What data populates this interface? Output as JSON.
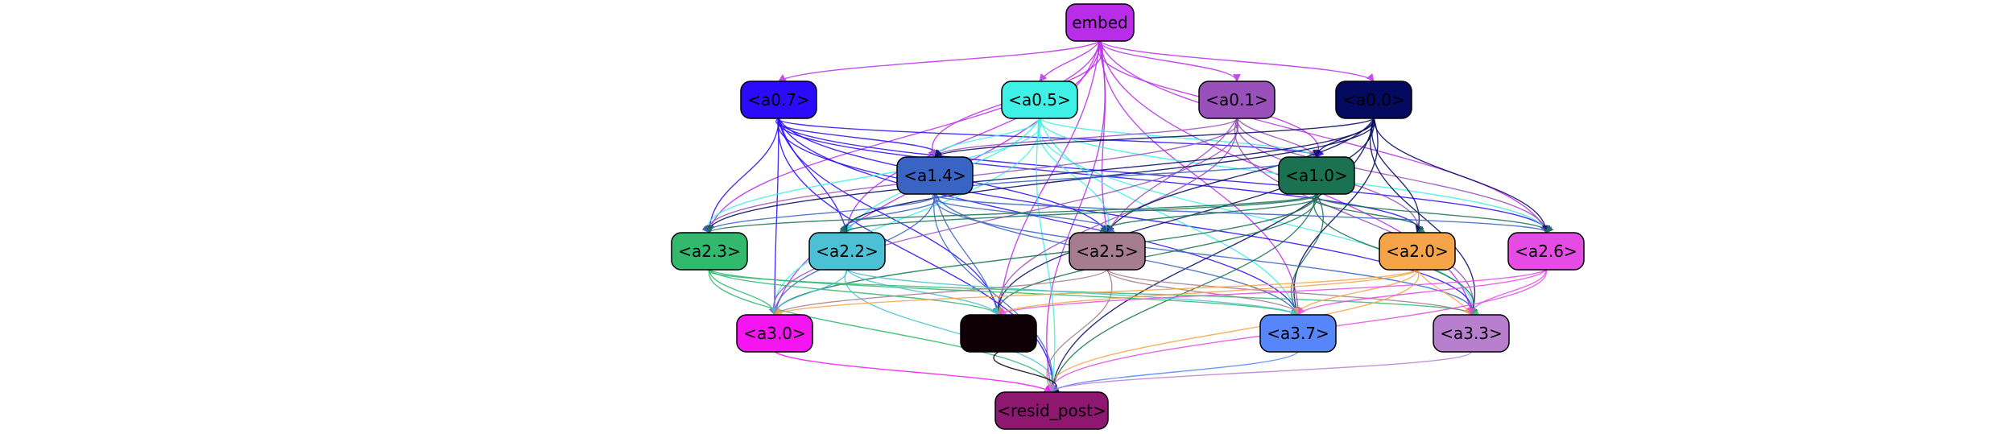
{
  "nodes": [
    {
      "id": "embed",
      "label": "embed",
      "fill": "#b92de8",
      "text": "#000000"
    },
    {
      "id": "a07",
      "label": "<a0.7>",
      "fill": "#2a0cfa",
      "text": "#000000"
    },
    {
      "id": "a05",
      "label": "<a0.5>",
      "fill": "#3ef0e6",
      "text": "#000000"
    },
    {
      "id": "a01",
      "label": "<a0.1>",
      "fill": "#9a50bb",
      "text": "#000000"
    },
    {
      "id": "a00",
      "label": "<a0.0>",
      "fill": "#030a60",
      "text": "#000000"
    },
    {
      "id": "a14",
      "label": "<a1.4>",
      "fill": "#3a64c3",
      "text": "#000000"
    },
    {
      "id": "a10",
      "label": "<a1.0>",
      "fill": "#1a7253",
      "text": "#000000"
    },
    {
      "id": "a23",
      "label": "<a2.3>",
      "fill": "#32b96e",
      "text": "#000000"
    },
    {
      "id": "a22",
      "label": "<a2.2>",
      "fill": "#4cc0d4",
      "text": "#000000"
    },
    {
      "id": "a25",
      "label": "<a2.5>",
      "fill": "#a57d8f",
      "text": "#000000"
    },
    {
      "id": "a20",
      "label": "<a2.0>",
      "fill": "#f6a44a",
      "text": "#000000"
    },
    {
      "id": "a26",
      "label": "<a2.6>",
      "fill": "#e44ce4",
      "text": "#000000"
    },
    {
      "id": "a30",
      "label": "<a3.0>",
      "fill": "#f515f0",
      "text": "#000000"
    },
    {
      "id": "a3x",
      "label": "",
      "fill": "#0f0006",
      "text": "#000000"
    },
    {
      "id": "a37",
      "label": "<a3.7>",
      "fill": "#5686f9",
      "text": "#000000"
    },
    {
      "id": "a33",
      "label": "<a3.3>",
      "fill": "#b97fcf",
      "text": "#000000"
    },
    {
      "id": "resid",
      "label": "<resid_post>",
      "fill": "#8e1770",
      "text": "#000000"
    }
  ],
  "edges": [
    [
      "embed",
      "a07",
      "#b92de8"
    ],
    [
      "embed",
      "a05",
      "#b92de8"
    ],
    [
      "embed",
      "a01",
      "#b92de8"
    ],
    [
      "embed",
      "a00",
      "#b92de8"
    ],
    [
      "embed",
      "a14",
      "#b92de8"
    ],
    [
      "embed",
      "a10",
      "#b92de8"
    ],
    [
      "embed",
      "a23",
      "#b92de8"
    ],
    [
      "embed",
      "a22",
      "#b92de8"
    ],
    [
      "embed",
      "a25",
      "#b92de8"
    ],
    [
      "embed",
      "a26",
      "#b92de8"
    ],
    [
      "embed",
      "a30",
      "#b92de8"
    ],
    [
      "embed",
      "a3x",
      "#b92de8"
    ],
    [
      "embed",
      "a37",
      "#b92de8"
    ],
    [
      "embed",
      "a33",
      "#b92de8"
    ],
    [
      "embed",
      "resid",
      "#b92de8"
    ],
    [
      "a07",
      "a14",
      "#2a0cfa"
    ],
    [
      "a07",
      "a10",
      "#2a0cfa"
    ],
    [
      "a07",
      "a23",
      "#2a0cfa"
    ],
    [
      "a07",
      "a22",
      "#2a0cfa"
    ],
    [
      "a07",
      "a25",
      "#2a0cfa"
    ],
    [
      "a07",
      "a20",
      "#2a0cfa"
    ],
    [
      "a07",
      "a26",
      "#2a0cfa"
    ],
    [
      "a07",
      "a30",
      "#2a0cfa"
    ],
    [
      "a07",
      "a3x",
      "#2a0cfa"
    ],
    [
      "a07",
      "a37",
      "#2a0cfa"
    ],
    [
      "a07",
      "a33",
      "#2a0cfa"
    ],
    [
      "a07",
      "resid",
      "#2a0cfa"
    ],
    [
      "a05",
      "a14",
      "#3ef0e6"
    ],
    [
      "a05",
      "a10",
      "#3ef0e6"
    ],
    [
      "a05",
      "a23",
      "#3ef0e6"
    ],
    [
      "a05",
      "a22",
      "#3ef0e6"
    ],
    [
      "a05",
      "a25",
      "#3ef0e6"
    ],
    [
      "a05",
      "a26",
      "#3ef0e6"
    ],
    [
      "a05",
      "a30",
      "#3ef0e6"
    ],
    [
      "a05",
      "a37",
      "#3ef0e6"
    ],
    [
      "a05",
      "a33",
      "#3ef0e6"
    ],
    [
      "a05",
      "resid",
      "#3ef0e6"
    ],
    [
      "a01",
      "a14",
      "#9a50bb"
    ],
    [
      "a01",
      "a10",
      "#9a50bb"
    ],
    [
      "a01",
      "a23",
      "#9a50bb"
    ],
    [
      "a01",
      "a25",
      "#9a50bb"
    ],
    [
      "a01",
      "a20",
      "#9a50bb"
    ],
    [
      "a01",
      "a26",
      "#9a50bb"
    ],
    [
      "a01",
      "a3x",
      "#9a50bb"
    ],
    [
      "a01",
      "a30",
      "#9a50bb"
    ],
    [
      "a01",
      "a33",
      "#9a50bb"
    ],
    [
      "a00",
      "a14",
      "#030a60"
    ],
    [
      "a00",
      "a10",
      "#030a60"
    ],
    [
      "a00",
      "a23",
      "#030a60"
    ],
    [
      "a00",
      "a22",
      "#030a60"
    ],
    [
      "a00",
      "a25",
      "#030a60"
    ],
    [
      "a00",
      "a20",
      "#030a60"
    ],
    [
      "a00",
      "a26",
      "#030a60"
    ],
    [
      "a00",
      "a3x",
      "#030a60"
    ],
    [
      "a00",
      "a37",
      "#030a60"
    ],
    [
      "a00",
      "a33",
      "#030a60"
    ],
    [
      "a00",
      "resid",
      "#030a60"
    ],
    [
      "a14",
      "a10",
      "#3a64c3"
    ],
    [
      "a14",
      "a23",
      "#3a64c3"
    ],
    [
      "a14",
      "a22",
      "#3a64c3"
    ],
    [
      "a14",
      "a25",
      "#3a64c3"
    ],
    [
      "a14",
      "a26",
      "#3a64c3"
    ],
    [
      "a14",
      "a30",
      "#3a64c3"
    ],
    [
      "a14",
      "a3x",
      "#3a64c3"
    ],
    [
      "a14",
      "a37",
      "#3a64c3"
    ],
    [
      "a14",
      "a33",
      "#3a64c3"
    ],
    [
      "a14",
      "resid",
      "#3a64c3"
    ],
    [
      "a10",
      "a23",
      "#1a7253"
    ],
    [
      "a10",
      "a22",
      "#1a7253"
    ],
    [
      "a10",
      "a25",
      "#1a7253"
    ],
    [
      "a10",
      "a20",
      "#1a7253"
    ],
    [
      "a10",
      "a26",
      "#1a7253"
    ],
    [
      "a10",
      "a30",
      "#1a7253"
    ],
    [
      "a10",
      "a3x",
      "#1a7253"
    ],
    [
      "a10",
      "a37",
      "#1a7253"
    ],
    [
      "a10",
      "a33",
      "#1a7253"
    ],
    [
      "a10",
      "resid",
      "#1a7253"
    ],
    [
      "a23",
      "a30",
      "#32b96e"
    ],
    [
      "a23",
      "a3x",
      "#32b96e"
    ],
    [
      "a23",
      "a37",
      "#32b96e"
    ],
    [
      "a23",
      "a33",
      "#32b96e"
    ],
    [
      "a23",
      "resid",
      "#32b96e"
    ],
    [
      "a22",
      "a30",
      "#4cc0d4"
    ],
    [
      "a22",
      "a3x",
      "#4cc0d4"
    ],
    [
      "a22",
      "a37",
      "#4cc0d4"
    ],
    [
      "a22",
      "resid",
      "#4cc0d4"
    ],
    [
      "a25",
      "a30",
      "#a57d8f"
    ],
    [
      "a25",
      "a37",
      "#a57d8f"
    ],
    [
      "a25",
      "a33",
      "#a57d8f"
    ],
    [
      "a25",
      "resid",
      "#a57d8f"
    ],
    [
      "a20",
      "a30",
      "#f6a44a"
    ],
    [
      "a20",
      "a3x",
      "#f6a44a"
    ],
    [
      "a20",
      "a37",
      "#f6a44a"
    ],
    [
      "a20",
      "a33",
      "#f6a44a"
    ],
    [
      "a20",
      "resid",
      "#f6a44a"
    ],
    [
      "a26",
      "a3x",
      "#e44ce4"
    ],
    [
      "a26",
      "a37",
      "#e44ce4"
    ],
    [
      "a26",
      "a33",
      "#e44ce4"
    ],
    [
      "a26",
      "resid",
      "#e44ce4"
    ],
    [
      "a30",
      "resid",
      "#f515f0"
    ],
    [
      "a3x",
      "resid",
      "#0f0006"
    ],
    [
      "a37",
      "resid",
      "#5686f9"
    ],
    [
      "a33",
      "resid",
      "#b97fcf"
    ]
  ]
}
